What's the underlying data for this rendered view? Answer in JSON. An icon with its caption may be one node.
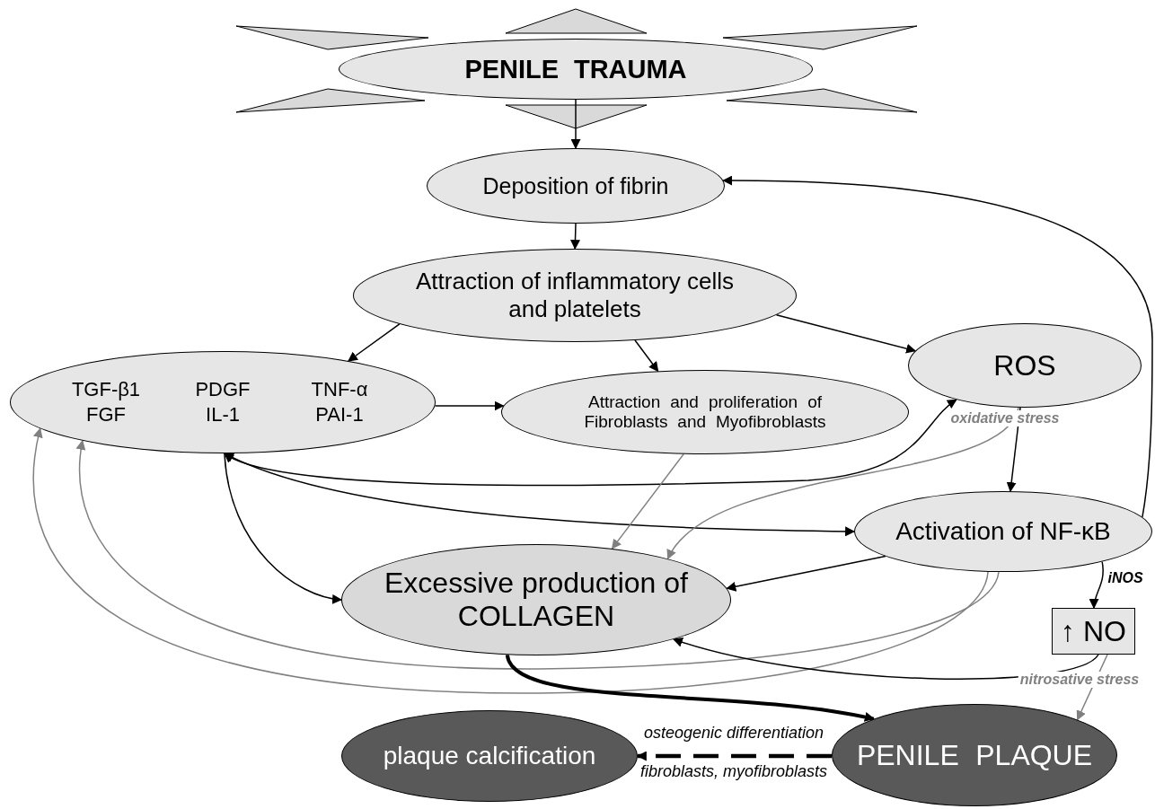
{
  "diagram": {
    "nodes": [
      {
        "text": [
          "PENILE TRAUMA"
        ]
      },
      {
        "text": [
          "Deposition of fibrin"
        ]
      },
      {
        "text": [
          "Attraction of inflammatory cells and platelets"
        ]
      },
      {
        "text": [
          "TGF-β1",
          "PDGF",
          "TNF-α",
          "FGF",
          "IL-1",
          "PAI-1"
        ]
      },
      {
        "text": [
          "Attraction and proliferation of Fibroblasts and Myofibroblasts"
        ]
      },
      {
        "text": [
          "ROS"
        ]
      },
      {
        "text": [
          "Activation of NF-κB"
        ]
      },
      {
        "text": [
          "Excessive production of COLLAGEN"
        ]
      },
      {
        "text": [
          "↑ NO"
        ]
      },
      {
        "text": [
          "PENILE PLAQUE"
        ]
      },
      {
        "text": [
          "plaque calcification"
        ]
      }
    ],
    "edges": [
      {
        "from": 0,
        "to": 1,
        "arrow": "to"
      },
      {
        "from": 1,
        "to": 2,
        "arrow": "to"
      },
      {
        "from": 2,
        "to": 3,
        "arrow": "to"
      },
      {
        "from": 2,
        "to": 4,
        "arrow": "to"
      },
      {
        "from": 2,
        "to": 5,
        "arrow": "to"
      },
      {
        "from": 3,
        "to": 4,
        "arrow": "to"
      },
      {
        "from": 5,
        "to": 6,
        "arrow": "to"
      },
      {
        "from": 6,
        "to": 1,
        "arrow": "to"
      },
      {
        "from": 3,
        "to": 5,
        "arrow": "both"
      },
      {
        "from": 3,
        "to": 6,
        "arrow": "both"
      },
      {
        "from": 3,
        "to": 7,
        "arrow": "to"
      },
      {
        "from": 4,
        "to": 7,
        "arrow": "to",
        "color": "#808080"
      },
      {
        "from": 5,
        "to": 7,
        "arrow": "to",
        "color": "#808080",
        "label": "oxidative stress"
      },
      {
        "from": 6,
        "to": 7,
        "arrow": "to"
      },
      {
        "from": 6,
        "to": 8,
        "arrow": "to",
        "label": "iNOS"
      },
      {
        "from": 6,
        "to": 3,
        "arrow": "to",
        "color": "#808080"
      },
      {
        "from": 6,
        "to": 3,
        "arrow": "to",
        "color": "#808080"
      },
      {
        "from": 8,
        "to": 7,
        "arrow": "to"
      },
      {
        "from": 8,
        "to": 9,
        "arrow": "to",
        "color": "#808080",
        "label": "nitrosative stress"
      },
      {
        "from": 7,
        "to": 9,
        "arrow": "to",
        "style": "thick"
      },
      {
        "from": 9,
        "to": 10,
        "arrow": "to",
        "style": "dashed",
        "label": "osteogenic differentiation"
      }
    ],
    "labels": [
      "fibroblasts, myofibroblasts"
    ]
  }
}
